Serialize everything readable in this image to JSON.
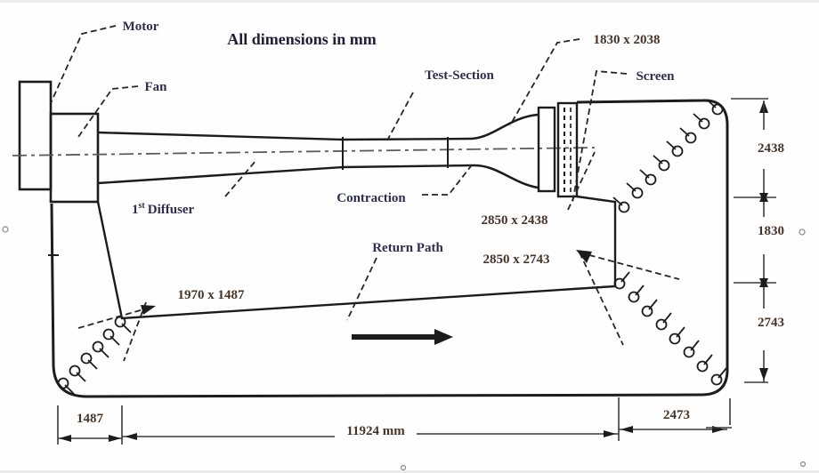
{
  "note": "All dimensions in mm",
  "labels": {
    "motor": "Motor",
    "fan": "Fan",
    "diffuser_num": "1",
    "diffuser_sup": "st",
    "diffuser_word": "Diffuser",
    "test_section": "Test-Section",
    "contraction": "Contraction",
    "screen": "Screen",
    "return_path": "Return Path",
    "section_1830x2038": "1830 x 2038",
    "section_2850x2438": "2850 x 2438",
    "section_2850x2743": "2850 x 2743",
    "section_1970x1487": "1970 x 1487"
  },
  "dimensions": {
    "right": [
      "2438",
      "1830",
      "2743"
    ],
    "bottom_left": "1487",
    "bottom_total": "11924 mm",
    "bottom_right": "2473"
  },
  "colors": {
    "ink": "#1c1c1c",
    "label_text": "#2e2e50",
    "dimension_text": "#463428",
    "background": "#fefefe"
  }
}
